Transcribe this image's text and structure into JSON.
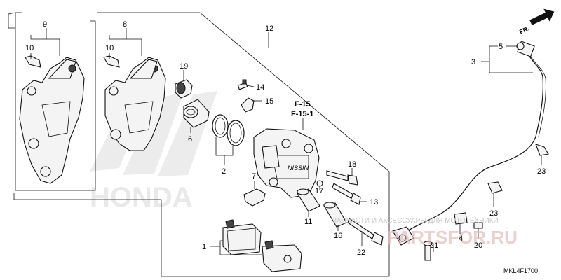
{
  "diagram": {
    "part_numbers": {
      "p1": "1",
      "p2": "2",
      "p3": "3",
      "p4": "4",
      "p5": "5",
      "p6": "6",
      "p7": "7",
      "p8": "8",
      "p9": "9",
      "p10a": "10",
      "p10b": "10",
      "p11": "11",
      "p12": "12",
      "p13": "13",
      "p14": "14",
      "p15": "15",
      "p16": "16",
      "p17": "17",
      "p18": "18",
      "p19": "19",
      "p20": "20",
      "p21": "21",
      "p22": "22",
      "p23a": "23",
      "p23b": "23"
    },
    "references": {
      "f15": "F-15",
      "f151": "F-15-1"
    },
    "front_arrow": "FR.",
    "diagram_code": "MKL4F1700",
    "background_logo": "HONDA",
    "watermark": {
      "line1": "ЗАПЧАСТИ И АКСЕССУАРЫ ДЛЯ МОТОТЕХНИКИ",
      "line2": "PARTSFOR.RU"
    },
    "caliper_label": "NISSIN"
  }
}
